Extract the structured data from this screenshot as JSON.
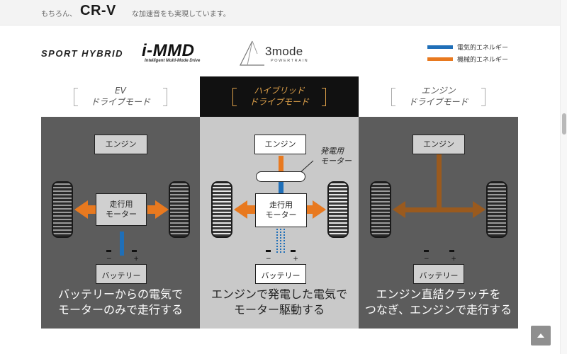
{
  "top": {
    "text_left": "もちろん、",
    "model": "CR-V",
    "text_right": "な加速音をも実現しています。"
  },
  "logos": {
    "sport_hybrid": "SPORT HYBRID",
    "immd": "i-MMD",
    "immd_tagline": "Intelligent Multi-Mode Drive",
    "threemode": "3mode",
    "powertrain": "POWERTRAIN"
  },
  "legend": [
    {
      "label": "電気的エネルギー",
      "color": "#1f6fb8"
    },
    {
      "label": "機械的エネルギー",
      "color": "#e8791f"
    }
  ],
  "modes": [
    {
      "title": "EV\nドライブモード",
      "engine": "エンジン",
      "motor": "走行用\nモーター",
      "battery": "バッテリー",
      "caption": "バッテリーからの電気で\nモーターのみで走行する"
    },
    {
      "title": "ハイブリッド\nドライブモード",
      "engine": "エンジン",
      "generator_label": "発電用\nモーター",
      "motor": "走行用\nモーター",
      "battery": "バッテリー",
      "caption": "エンジンで発電した電気で\nモーター駆動する"
    },
    {
      "title": "エンジン\nドライブモード",
      "engine": "エンジン",
      "battery": "バッテリー",
      "caption": "エンジン直結クラッチを\nつなぎ、エンジンで走行する"
    }
  ],
  "battery_terms": "− +",
  "colors": {
    "electric": "#1f6fb8",
    "mechanical": "#e8791f",
    "mechanical_dark": "#9a5a1e",
    "active_header": "#111111",
    "active_title": "#e0a24a"
  },
  "icons": {
    "back_to_top": "chevron-up-icon"
  }
}
